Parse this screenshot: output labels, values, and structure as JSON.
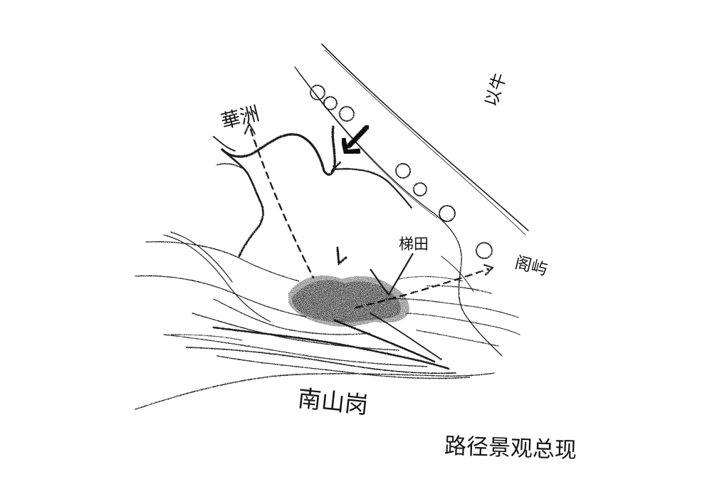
{
  "labels": {
    "north_left": "華洲",
    "north_right": "以牛",
    "field": "梯田",
    "east": "阁屿",
    "mountain": "南山岗",
    "caption": "路径景观总现"
  }
}
